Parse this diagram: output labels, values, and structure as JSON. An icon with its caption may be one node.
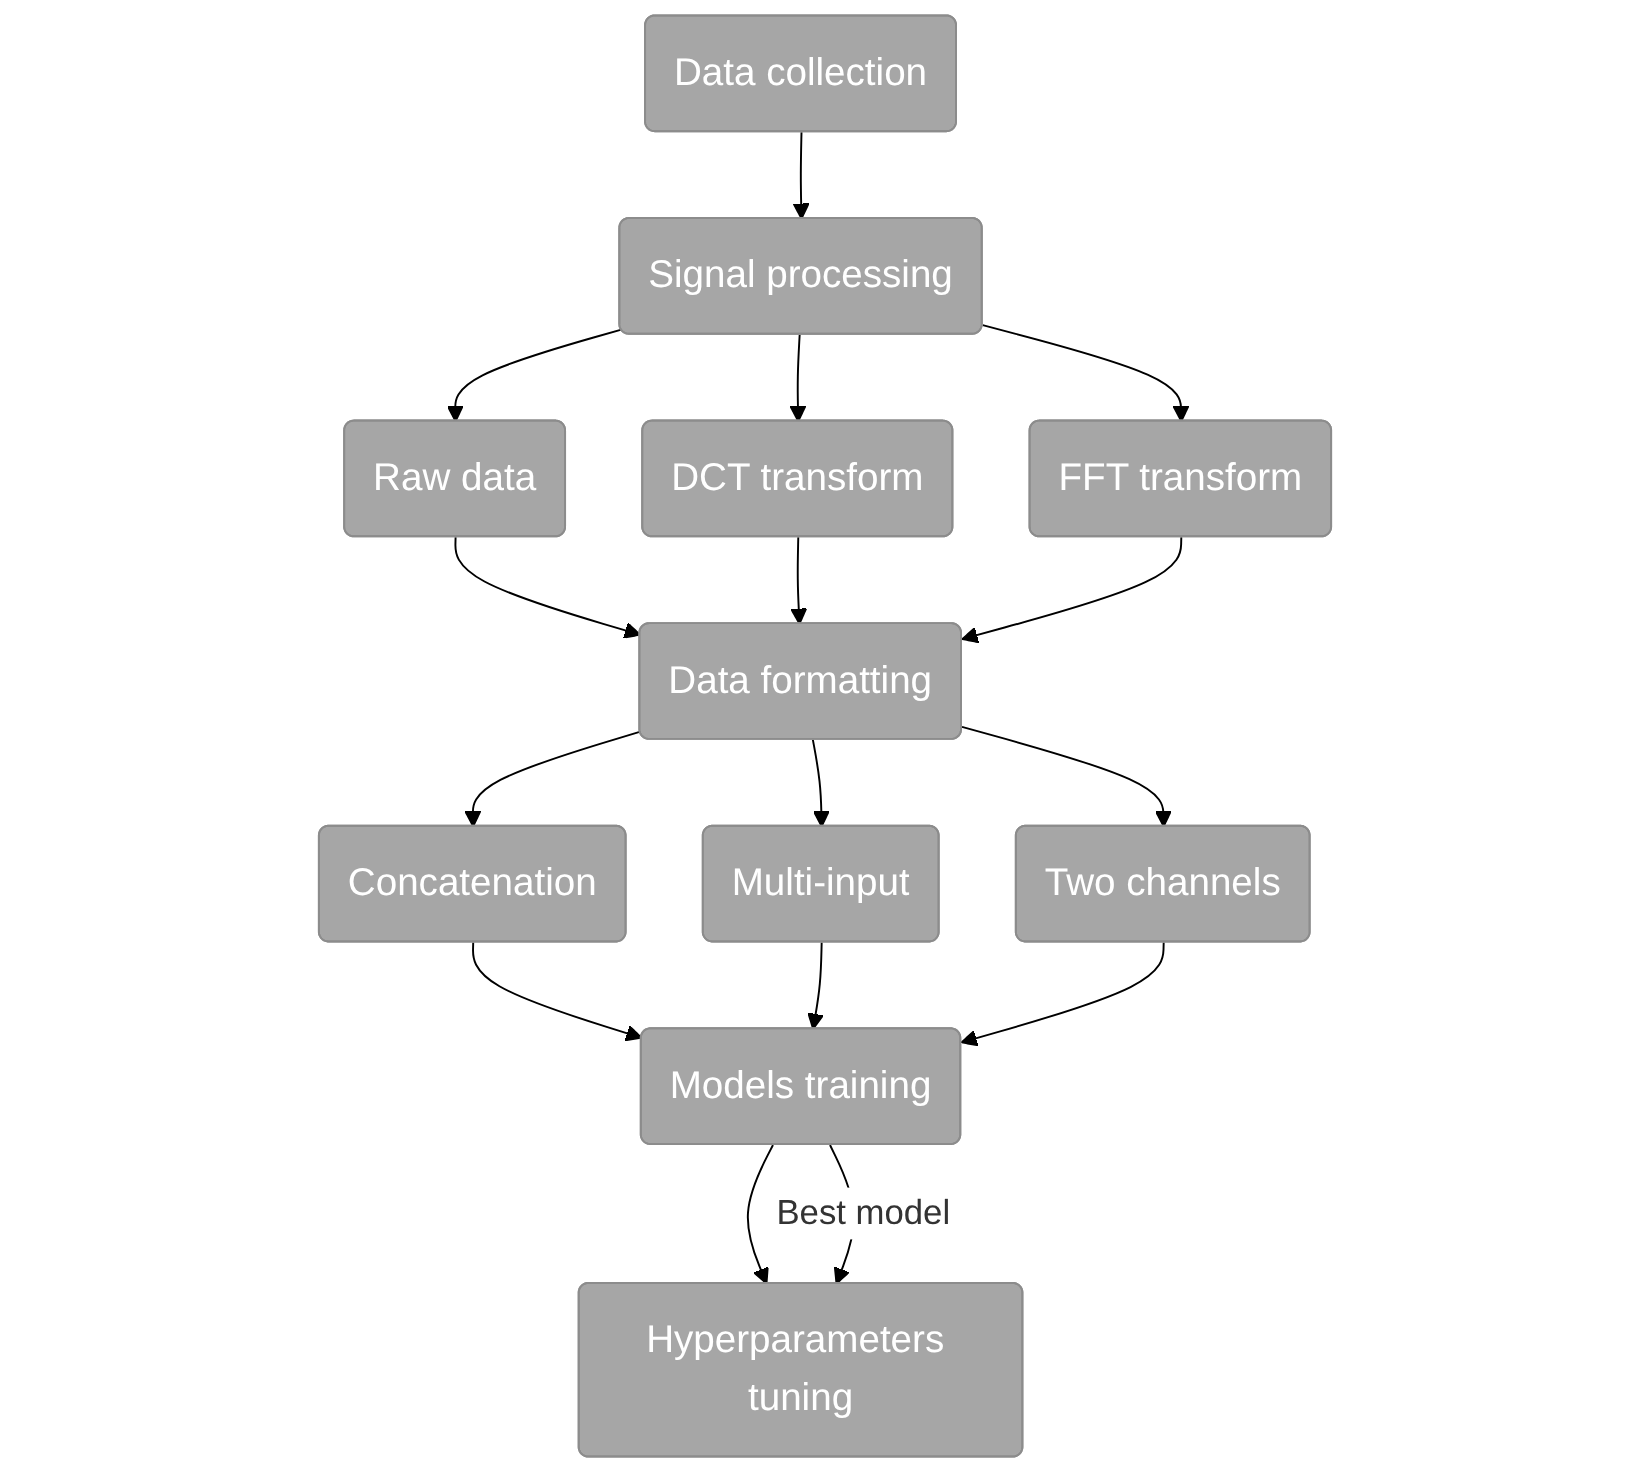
{
  "diagram": {
    "nodes": [
      {
        "text": [
          "Data collection"
        ]
      },
      {
        "text": [
          "Signal processing"
        ]
      },
      {
        "text": [
          "Raw data"
        ]
      },
      {
        "text": [
          "DCT transform"
        ]
      },
      {
        "text": [
          "FFT transform"
        ]
      },
      {
        "text": [
          "Data formatting"
        ]
      },
      {
        "text": [
          "Concatenation"
        ]
      },
      {
        "text": [
          "Multi-input"
        ]
      },
      {
        "text": [
          "Two channels"
        ]
      },
      {
        "text": [
          "Models training"
        ]
      },
      {
        "text": [
          "Hyperparameters tuning"
        ]
      }
    ],
    "edges": [
      {
        "from": 0,
        "to": 1,
        "arrow": "to"
      },
      {
        "from": 1,
        "to": 2,
        "arrow": "to"
      },
      {
        "from": 1,
        "to": 3,
        "arrow": "to"
      },
      {
        "from": 1,
        "to": 4,
        "arrow": "to"
      },
      {
        "from": 2,
        "to": 5,
        "arrow": "to"
      },
      {
        "from": 3,
        "to": 5,
        "arrow": "to"
      },
      {
        "from": 4,
        "to": 5,
        "arrow": "to"
      },
      {
        "from": 5,
        "to": 6,
        "arrow": "to"
      },
      {
        "from": 5,
        "to": 7,
        "arrow": "to"
      },
      {
        "from": 5,
        "to": 8,
        "arrow": "to"
      },
      {
        "from": 6,
        "to": 9,
        "arrow": "to"
      },
      {
        "from": 7,
        "to": 9,
        "arrow": "to"
      },
      {
        "from": 8,
        "to": 9,
        "arrow": "to"
      },
      {
        "from": 9,
        "to": 10,
        "arrow": "to"
      },
      {
        "from": 9,
        "to": 10,
        "arrow": "to",
        "label": "Best model"
      }
    ]
  }
}
